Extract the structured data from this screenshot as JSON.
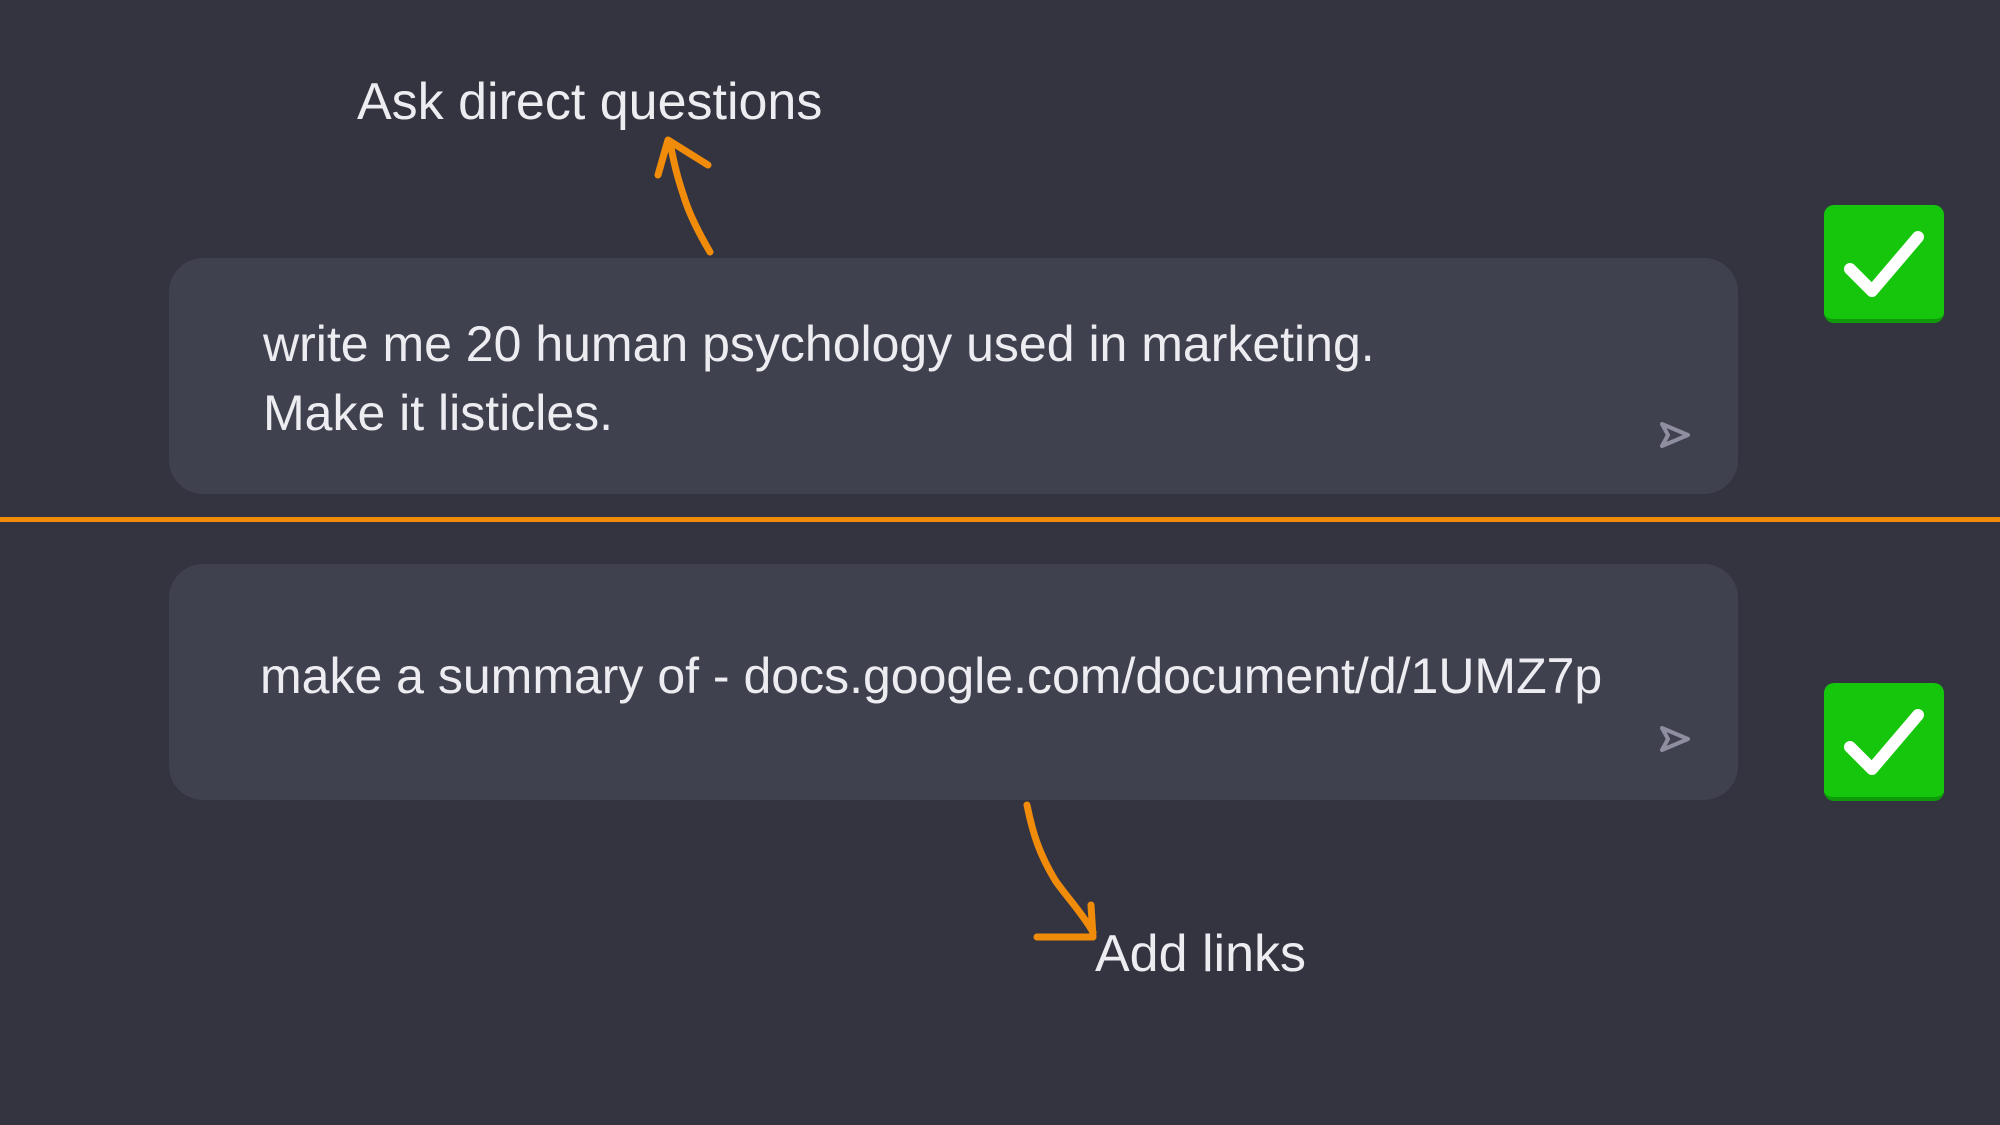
{
  "annotations": {
    "top": "Ask direct questions",
    "bottom": "Add links"
  },
  "prompts": [
    {
      "lines": [
        "write me 20 human psychology used in marketing.",
        "Make it listicles."
      ],
      "send_icon": "send-arrow-icon",
      "status": "good-example"
    },
    {
      "lines": [
        "make a summary of - docs.google.com/document/d/1UMZ7p"
      ],
      "send_icon": "send-arrow-icon",
      "status": "good-example"
    }
  ],
  "badges": {
    "icon": "checkmark-icon",
    "color": "#16c60c"
  },
  "colors": {
    "background": "#343440",
    "prompt_box": "#40414f",
    "accent_orange": "#f08c0a",
    "text": "#ececf1",
    "send_icon": "#8e8ea0"
  }
}
